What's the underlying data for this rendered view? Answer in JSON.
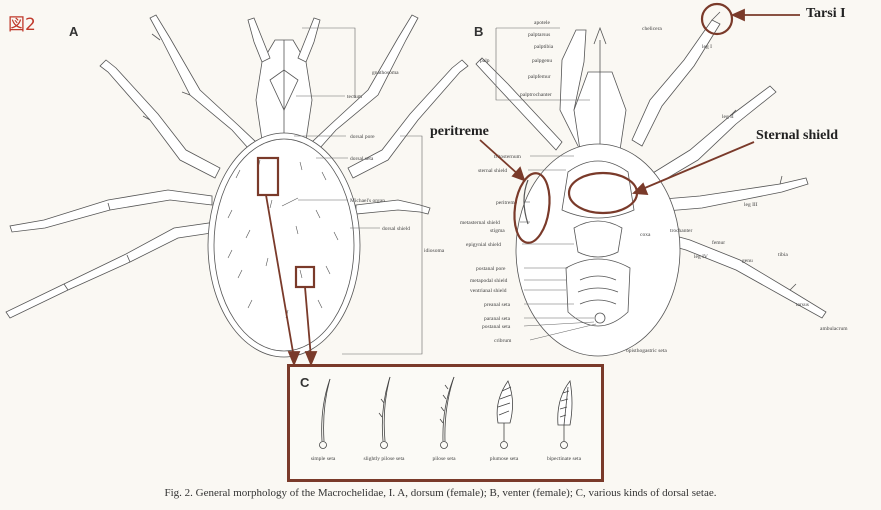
{
  "figure_number": "図2",
  "panels": {
    "a": "A",
    "b": "B",
    "c": "C"
  },
  "annotations": {
    "tarsi": "Tarsi I",
    "peritreme": "peritreme",
    "sternal_shield": "Sternal shield"
  },
  "dorsal_labels": [
    "gnathosoma",
    "tectum",
    "dorsal pore",
    "dorsal seta",
    "Michael's organ",
    "dorsal shield",
    "idiosoma"
  ],
  "ventral_left_labels": [
    "tritosternum",
    "sternal shield",
    "peritreme",
    "metasternal shield",
    "stigma",
    "epigynial shield",
    "postanal pore",
    "metapodal shield",
    "ventrianal shield",
    "preanal seta",
    "paranal seta",
    "postanal seta",
    "cribrum"
  ],
  "palp_labels": [
    "apotele",
    "palptarsus",
    "palptibia",
    "palpgenu",
    "palpfemur",
    "palptrochanter"
  ],
  "palp_group": "palp",
  "ventral_right_labels": [
    "chelicera",
    "leg I",
    "leg II",
    "leg III",
    "leg IV",
    "coxa",
    "trochanter",
    "femur",
    "genu",
    "tibia",
    "tarsus",
    "ambulacrum",
    "opisthogastric seta"
  ],
  "setae": [
    "simple seta",
    "slightly pilose seta",
    "pilose seta",
    "plumose seta",
    "bipectinate seta"
  ],
  "caption": "Fig. 2. General morphology of the Macrochelidae, I. A, dorsum (female); B, venter (female); C, various kinds of dorsal setae.",
  "colors": {
    "highlight": "#7a3a2a",
    "figure_number": "#c0392b"
  }
}
